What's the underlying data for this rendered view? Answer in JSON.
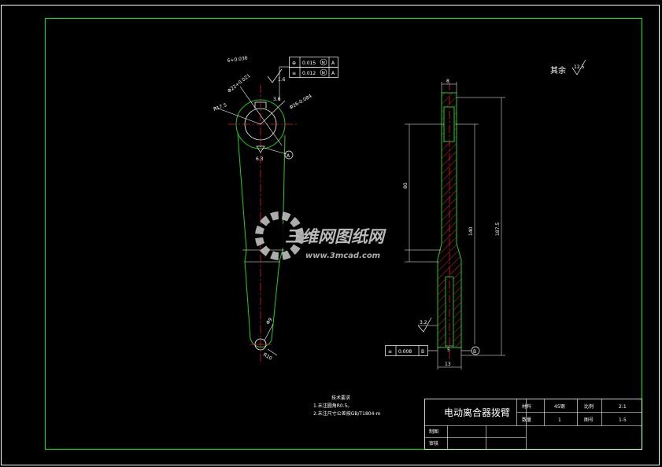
{
  "drawing": {
    "title": "电动离合器拨臂",
    "notes": {
      "heading": "技术要求",
      "items": [
        "1.未注圆角R0.5。",
        "2.未注尺寸公差按GB/T1804-m"
      ]
    },
    "roughness_rest": {
      "label": "其余",
      "value": "12.5"
    }
  },
  "title_block": {
    "material_label": "材料",
    "material_value": "45钢",
    "scale_label": "比例",
    "scale_value": "2:1",
    "quantity_label": "数量",
    "quantity_value": "1",
    "drawing_no_label": "图号",
    "drawing_no_value": "1-5",
    "drawn_label": "制图",
    "checked_label": "审核"
  },
  "front_view": {
    "tol_top": "6+0.036",
    "bore_dim": "Φ22+0.021",
    "hub_dim": "Φ26-0.084",
    "radius_dim": "R17.5",
    "chamfer_dim": "3.6",
    "roughness_bore": "1.6",
    "roughness_key": "6.3",
    "datum_a": "A",
    "hole_dim": "Φ9",
    "end_radius": "R10",
    "fcf1": {
      "symbol": "⊕",
      "value": "0.015",
      "mod": "M",
      "datum": "A"
    },
    "fcf2": {
      "symbol": "≡",
      "value": "0.012",
      "mod": "M",
      "datum": "A"
    }
  },
  "side_view": {
    "top_width": "8",
    "dim_80": "80",
    "dim_140": "140",
    "dim_total": "187.5",
    "bottom_width": "13",
    "slot_width": "5",
    "roughness_bottom": "3.2",
    "datum_b": "B",
    "fcf3": {
      "symbol": "≡",
      "value": "0.008",
      "datum": "B"
    }
  },
  "watermark": {
    "brand": "三维网图纸网",
    "url": "www.3mcad.com"
  }
}
